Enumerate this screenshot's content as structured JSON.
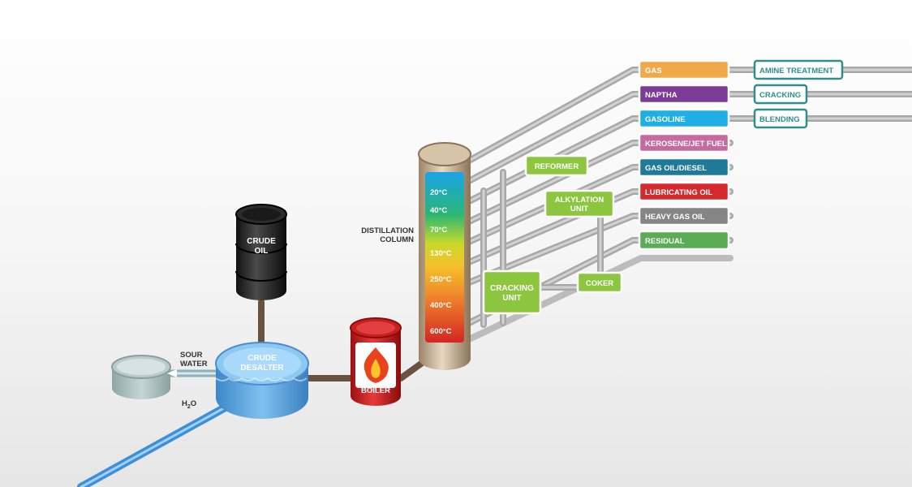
{
  "crude_oil": {
    "line1": "CRUDE",
    "line2": "OIL"
  },
  "crude_desalter": {
    "line1": "CRUDE",
    "line2": "DESALTER"
  },
  "sour_water": {
    "line1": "SOUR",
    "line2": "WATER"
  },
  "h2o": {
    "base": "H",
    "sub": "2",
    "end": "O"
  },
  "boiler": {
    "label": "BOILER"
  },
  "distillation_column": {
    "line1": "DISTILLATION",
    "line2": "COLUMN",
    "temperatures": [
      "20°C",
      "40°C",
      "70°C",
      "130°C",
      "250°C",
      "400°C",
      "600°C"
    ]
  },
  "units": {
    "reformer": "REFORMER",
    "alkylation": {
      "line1": "ALKYLATION",
      "line2": "UNIT"
    },
    "cracking_unit": {
      "line1": "CRACKING",
      "line2": "UNIT"
    },
    "coker": "COKER"
  },
  "products": [
    {
      "label": "GAS",
      "color": "#f0a848"
    },
    {
      "label": "NAPTHA",
      "color": "#7b3b96"
    },
    {
      "label": "GASOLINE",
      "color": "#1faee6"
    },
    {
      "label": "KEROSENE/JET FUEL",
      "color": "#c66aa2"
    },
    {
      "label": "GAS OIL/DIESEL",
      "color": "#1f7a9a"
    },
    {
      "label": "LUBRICATING OIL",
      "color": "#d42a2e"
    },
    {
      "label": "HEAVY GAS OIL",
      "color": "#858585"
    },
    {
      "label": "RESIDUAL",
      "color": "#5aac55"
    }
  ],
  "downstream": [
    "AMINE TREATMENT",
    "CRACKING",
    "BLENDING"
  ],
  "colors": {
    "unit_green": "#8cc63f",
    "downstream_teal": "#2f8f8c",
    "pipe": "#b4b4b4"
  }
}
